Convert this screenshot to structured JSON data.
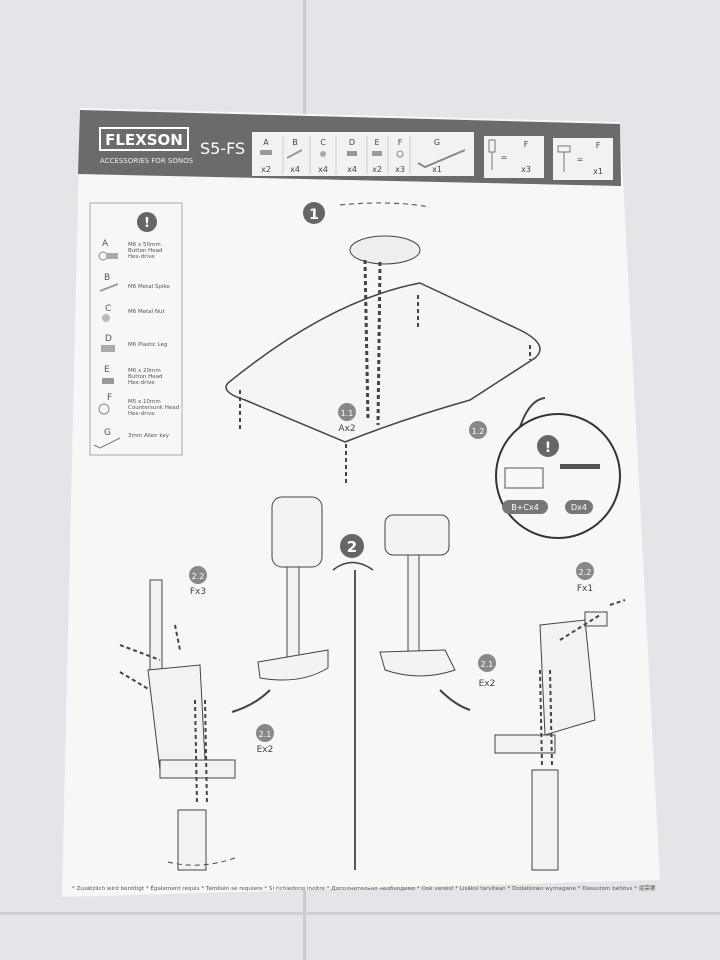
{
  "header": {
    "brand": "FLEXSON",
    "tagline": "ACCESSORIES FOR SONOS",
    "model": "S5-FS",
    "parts": [
      {
        "letter": "A",
        "qty": "x2"
      },
      {
        "letter": "B",
        "qty": "x4"
      },
      {
        "letter": "C",
        "qty": "x4"
      },
      {
        "letter": "D",
        "qty": "x4"
      },
      {
        "letter": "E",
        "qty": "x2"
      },
      {
        "letter": "F",
        "qty": "x3"
      },
      {
        "letter": "G",
        "qty": "x1"
      }
    ],
    "stand_vertical": {
      "eq": "=",
      "letter": "F",
      "qty": "x3"
    },
    "stand_horizontal": {
      "eq": "=",
      "letter": "F",
      "qty": "x1"
    }
  },
  "legend": {
    "items": [
      {
        "letter": "A",
        "lines": [
          "M6 x 50mm",
          "Button Head",
          "Hex-drive"
        ]
      },
      {
        "letter": "B",
        "lines": [
          "M6 Metal Spike"
        ]
      },
      {
        "letter": "C",
        "lines": [
          "M6 Metal Nut"
        ]
      },
      {
        "letter": "D",
        "lines": [
          "M6 Plastic Leg"
        ]
      },
      {
        "letter": "E",
        "lines": [
          "M6 x 20mm",
          "Button Head",
          "Hex-drive"
        ]
      },
      {
        "letter": "F",
        "lines": [
          "M5 x 10mm",
          "Countersunk Head",
          "Hex-drive"
        ]
      },
      {
        "letter": "G",
        "lines": [
          "3mm Allen key"
        ]
      }
    ]
  },
  "steps": {
    "s1": "1",
    "s1_1": "1.1",
    "s1_1_qty": "Ax2",
    "s1_2": "1.2",
    "option_a": "B+Cx4",
    "option_b": "Dx4",
    "s2": "2",
    "left_s2_2": "2.2",
    "left_s2_2_qty": "Fx3",
    "left_s2_1": "2.1",
    "left_s2_1_qty": "Ex2",
    "right_s2_2": "2.2",
    "right_s2_2_qty": "Fx1",
    "right_s2_1": "2.1",
    "right_s2_1_qty": "Ex2"
  },
  "footer": "* Zusätzlich wird benötigt  * Également requis  * También se requiere  * Si richiedono inoltre  * Дополнительно необходимо  * Ook vereist  * Lisäksi tarvitaan  * Dodatkowo wymagane  * Dessutom behövs  * 還需要",
  "colors": {
    "band": "#6b6b6b",
    "ink": "#555555",
    "paper": "#f7f7f6",
    "background": "#e4e5e8"
  }
}
